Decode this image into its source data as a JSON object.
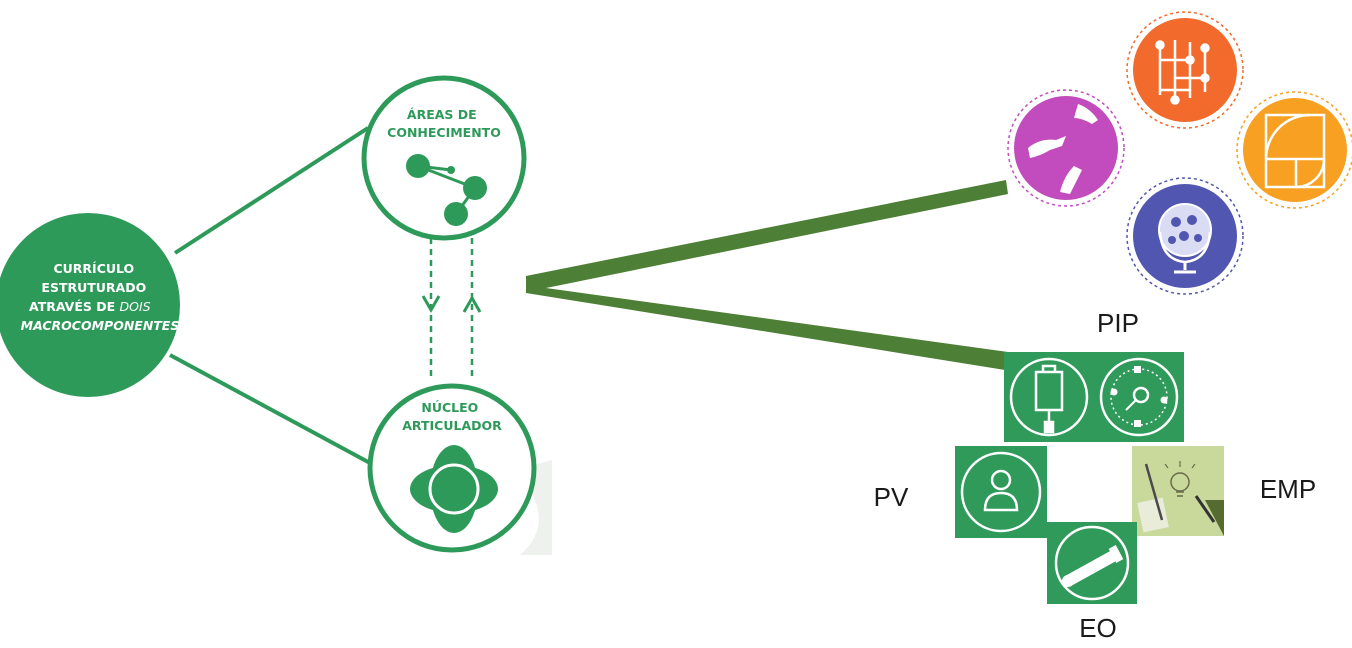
{
  "colors": {
    "green": "#2e9a5a",
    "dark_green": "#217a45",
    "connector": "#4e7f36",
    "orange": "#f26a2c",
    "amber": "#f7a021",
    "magenta": "#c24cbd",
    "indigo": "#5156b0",
    "tile_green": "#2f9a5a"
  },
  "left_diagram": {
    "central_node": {
      "line1": "CURRÍCULO",
      "line2": "ESTRUTURADO",
      "line3": "ATRAVÉS DE",
      "line3_italic": "DOIS",
      "line4": "MACROCOMPONENTES"
    },
    "top_node": {
      "line1": "ÁREAS DE",
      "line2": "CONHECIMENTO",
      "icon": "network-molecule-icon"
    },
    "bottom_node": {
      "line1": "NÚCLEO",
      "line2": "ARTICULADOR",
      "icon": "orbit-ellipses-icon"
    }
  },
  "right_diagram": {
    "pip_label": "PIP",
    "pv_label": "PV",
    "emp_label": "EMP",
    "eo_label": "EO",
    "pip_icons": [
      "hands-icon",
      "circuit-icon",
      "golden-ratio-icon",
      "globe-icon"
    ],
    "tiles": [
      "paint-roller-icon",
      "orbit-target-icon",
      "person-icon",
      "lightbulb-photo-icon",
      "telescope-icon"
    ]
  }
}
